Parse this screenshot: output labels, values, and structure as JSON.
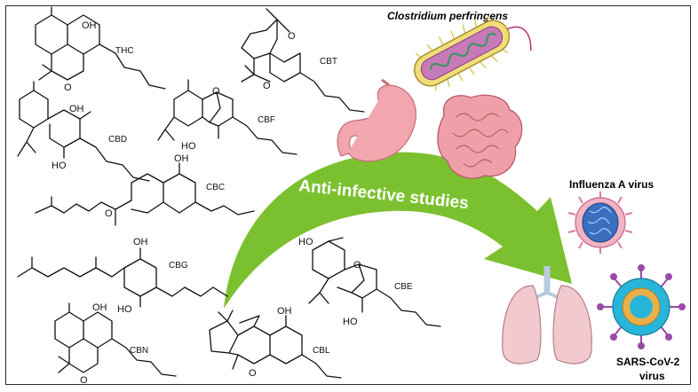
{
  "compounds": {
    "thc": "THC",
    "cbd": "CBD",
    "cbc": "CBC",
    "cbg": "CBG",
    "cbn": "CBN",
    "cbt": "CBT",
    "cbf": "CBF",
    "cbe": "CBE",
    "cbl": "CBL"
  },
  "atoms": {
    "oh": "OH",
    "ho": "HO",
    "o": "O"
  },
  "arrow_text": "Anti-infective studies",
  "pathogens": {
    "bacterium": "Clostridium perfringens",
    "influenza": "Influenza A virus",
    "sars_line1": "SARS-CoV-2",
    "sars_line2": "virus"
  },
  "colors": {
    "arrow": "#7bc12f",
    "stomach": "#f2a6ae",
    "intestine": "#ef9fa7",
    "lungs": "#f1c9cf",
    "influenza": "#3a6fbf",
    "sars": "#27b6d9",
    "spike": "#9a4ba7"
  }
}
